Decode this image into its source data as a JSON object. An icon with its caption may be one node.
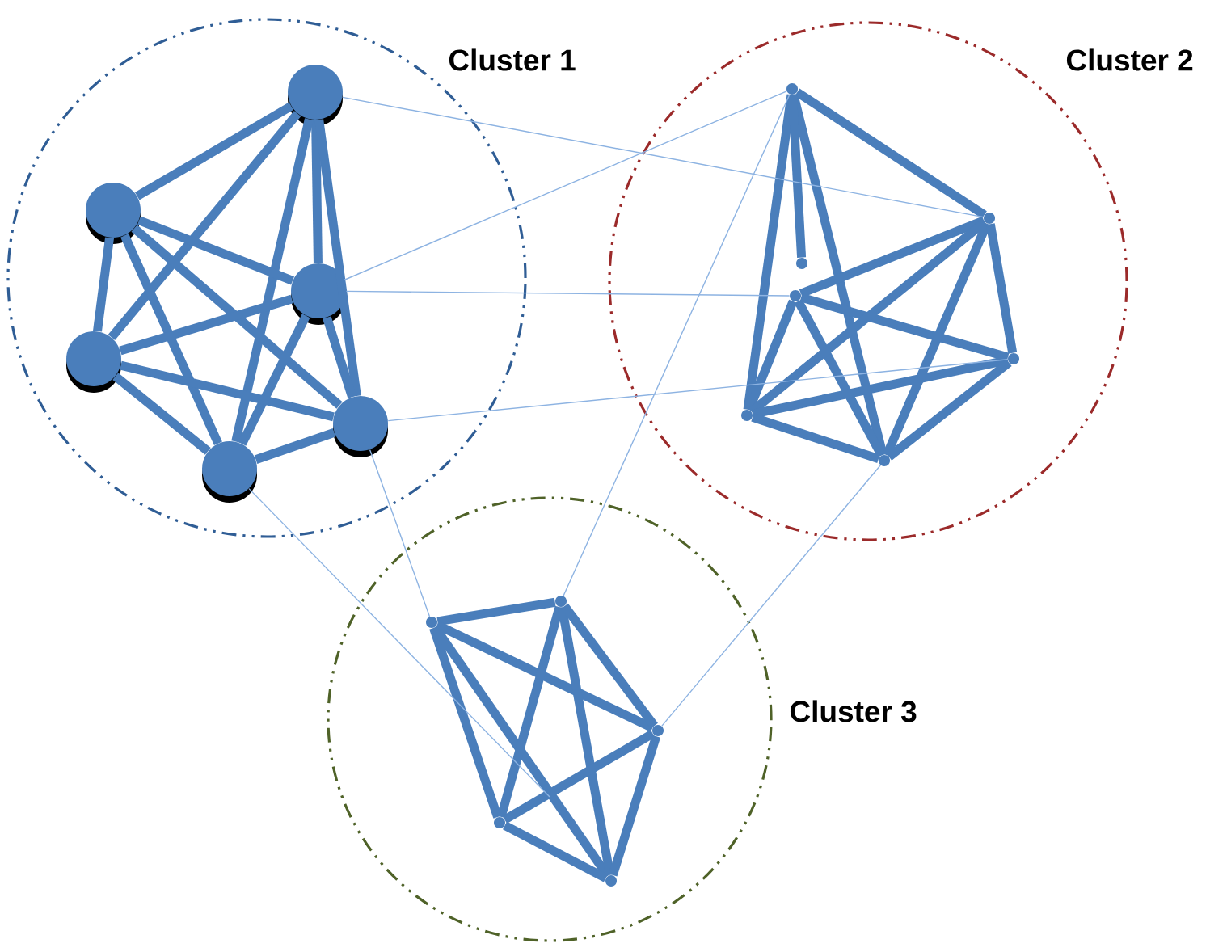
{
  "diagram": {
    "nodes": [
      {
        "text": [
          "Cluster 1"
        ]
      },
      {
        "text": [
          "Cluster 2"
        ]
      },
      {
        "text": [
          "Cluster 3"
        ]
      },
      {
        "text": [],
        "shape": "circle",
        "in": 0
      },
      {
        "text": [],
        "shape": "circle",
        "in": 0
      },
      {
        "text": [],
        "shape": "circle",
        "in": 0
      },
      {
        "text": [],
        "shape": "circle",
        "in": 0
      },
      {
        "text": [],
        "shape": "circle",
        "in": 0
      },
      {
        "text": [],
        "shape": "circle",
        "in": 0
      },
      {
        "text": [],
        "shape": "point",
        "in": 1
      },
      {
        "text": [],
        "shape": "point",
        "in": 1
      },
      {
        "text": [],
        "shape": "point",
        "in": 1
      },
      {
        "text": [],
        "shape": "point",
        "in": 1
      },
      {
        "text": [],
        "shape": "point",
        "in": 1
      },
      {
        "text": [],
        "shape": "point",
        "in": 1
      },
      {
        "text": [],
        "shape": "point",
        "in": 1
      },
      {
        "text": [],
        "shape": "point",
        "in": 2
      },
      {
        "text": [],
        "shape": "point",
        "in": 2
      },
      {
        "text": [],
        "shape": "point",
        "in": 2
      },
      {
        "text": [],
        "shape": "point",
        "in": 2
      },
      {
        "text": [],
        "shape": "point",
        "in": 2
      }
    ],
    "edges": [
      {
        "from": 3,
        "to": 4,
        "arrow": "none"
      },
      {
        "from": 3,
        "to": 5,
        "arrow": "none"
      },
      {
        "from": 3,
        "to": 6,
        "arrow": "none"
      },
      {
        "from": 3,
        "to": 7,
        "arrow": "none"
      },
      {
        "from": 3,
        "to": 8,
        "arrow": "none"
      },
      {
        "from": 4,
        "to": 5,
        "arrow": "none"
      },
      {
        "from": 4,
        "to": 6,
        "arrow": "none"
      },
      {
        "from": 4,
        "to": 7,
        "arrow": "none"
      },
      {
        "from": 4,
        "to": 8,
        "arrow": "none"
      },
      {
        "from": 5,
        "to": 6,
        "arrow": "none"
      },
      {
        "from": 5,
        "to": 7,
        "arrow": "none"
      },
      {
        "from": 5,
        "to": 8,
        "arrow": "none"
      },
      {
        "from": 6,
        "to": 7,
        "arrow": "none"
      },
      {
        "from": 6,
        "to": 8,
        "arrow": "none"
      },
      {
        "from": 7,
        "to": 8,
        "arrow": "none"
      },
      {
        "from": 9,
        "to": 12,
        "arrow": "none"
      },
      {
        "from": 9,
        "to": 15,
        "arrow": "none"
      },
      {
        "from": 9,
        "to": 13,
        "arrow": "none"
      },
      {
        "from": 9,
        "to": 10,
        "arrow": "none"
      },
      {
        "from": 11,
        "to": 12,
        "arrow": "none"
      },
      {
        "from": 11,
        "to": 15,
        "arrow": "none"
      },
      {
        "from": 11,
        "to": 13,
        "arrow": "none"
      },
      {
        "from": 11,
        "to": 14,
        "arrow": "none"
      },
      {
        "from": 12,
        "to": 13,
        "arrow": "none"
      },
      {
        "from": 12,
        "to": 14,
        "arrow": "none"
      },
      {
        "from": 12,
        "to": 15,
        "arrow": "none"
      },
      {
        "from": 15,
        "to": 13,
        "arrow": "none"
      },
      {
        "from": 15,
        "to": 14,
        "arrow": "none"
      },
      {
        "from": 13,
        "to": 14,
        "arrow": "none"
      },
      {
        "from": 16,
        "to": 17,
        "arrow": "none"
      },
      {
        "from": 16,
        "to": 18,
        "arrow": "none"
      },
      {
        "from": 16,
        "to": 19,
        "arrow": "none"
      },
      {
        "from": 16,
        "to": 20,
        "arrow": "none"
      },
      {
        "from": 17,
        "to": 19,
        "arrow": "none"
      },
      {
        "from": 17,
        "to": 20,
        "arrow": "none"
      },
      {
        "from": 17,
        "to": 18,
        "arrow": "none"
      },
      {
        "from": 18,
        "to": 19,
        "arrow": "none"
      },
      {
        "from": 18,
        "to": 20,
        "arrow": "none"
      },
      {
        "from": 19,
        "to": 20,
        "arrow": "none"
      },
      {
        "from": 3,
        "to": 13,
        "arrow": "none",
        "color": "#8db3e2"
      },
      {
        "from": 5,
        "to": 9,
        "arrow": "none",
        "color": "#8db3e2"
      },
      {
        "from": 5,
        "to": 11,
        "arrow": "none",
        "color": "#8db3e2"
      },
      {
        "from": 7,
        "to": 14,
        "arrow": "none",
        "color": "#8db3e2"
      },
      {
        "from": 7,
        "to": 16,
        "arrow": "none",
        "color": "#8db3e2"
      },
      {
        "from": 8,
        "to": null,
        "arrow": "none",
        "color": "#8db3e2"
      },
      {
        "from": 9,
        "to": 17,
        "arrow": "none",
        "color": "#8db3e2"
      },
      {
        "from": 15,
        "to": 18,
        "arrow": "none",
        "color": "#8db3e2"
      }
    ]
  }
}
